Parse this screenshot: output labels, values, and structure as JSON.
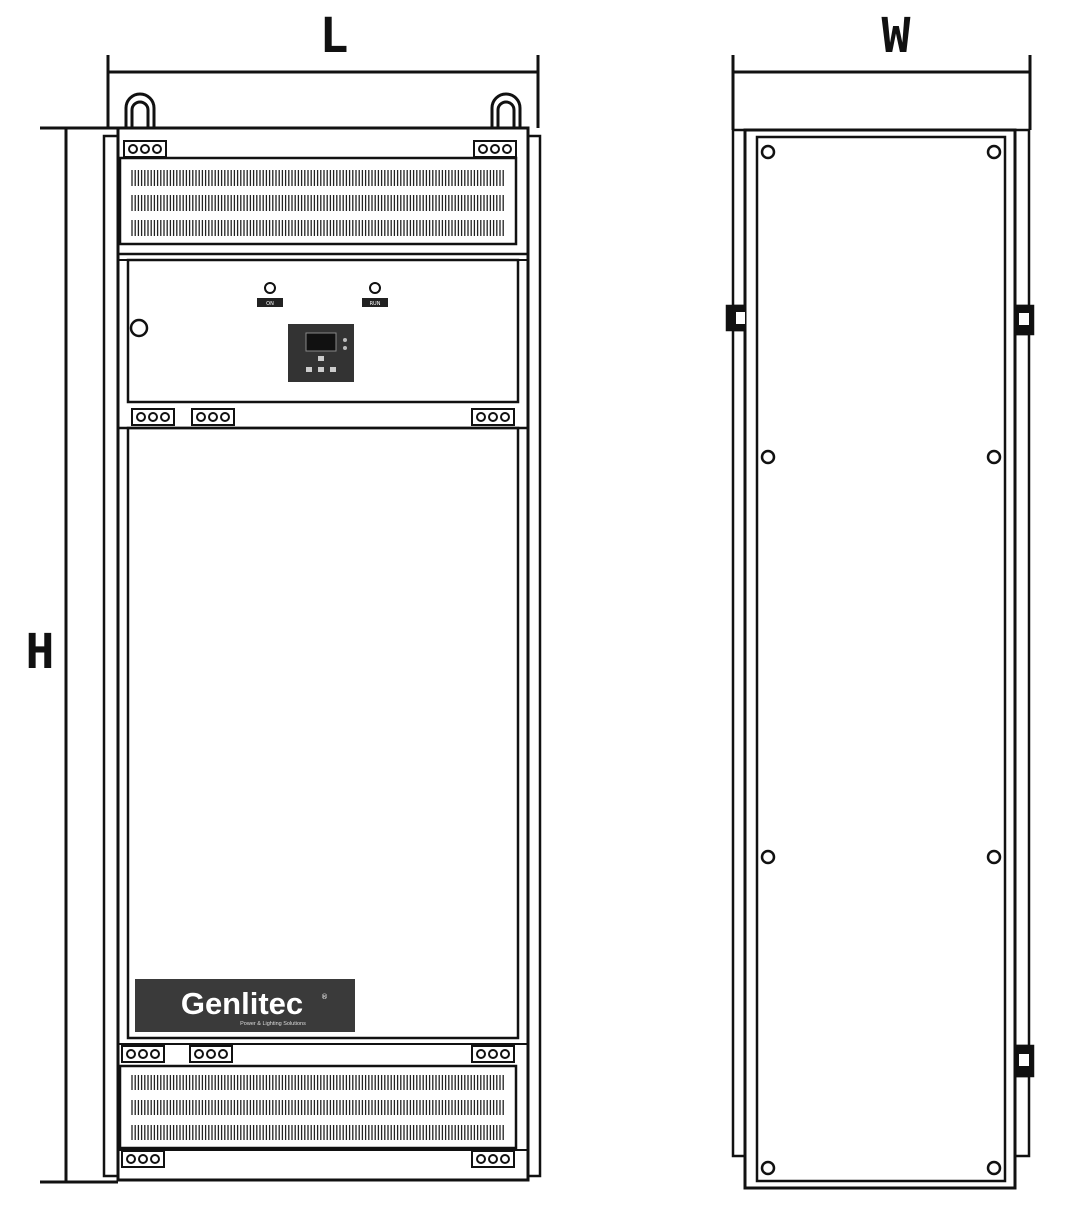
{
  "dimensions": {
    "length_label": "L",
    "width_label": "W",
    "height_label": "H"
  },
  "brand": {
    "name": "Genlitec",
    "mark": "®",
    "tagline": "Power & Lighting Solutions"
  },
  "controller": {
    "left_lamp_label": "ON",
    "right_lamp_label": "RUN"
  },
  "colors": {
    "line": "#111111",
    "panel": "#333333",
    "plate": "#3a3a3a",
    "background": "#ffffff"
  }
}
